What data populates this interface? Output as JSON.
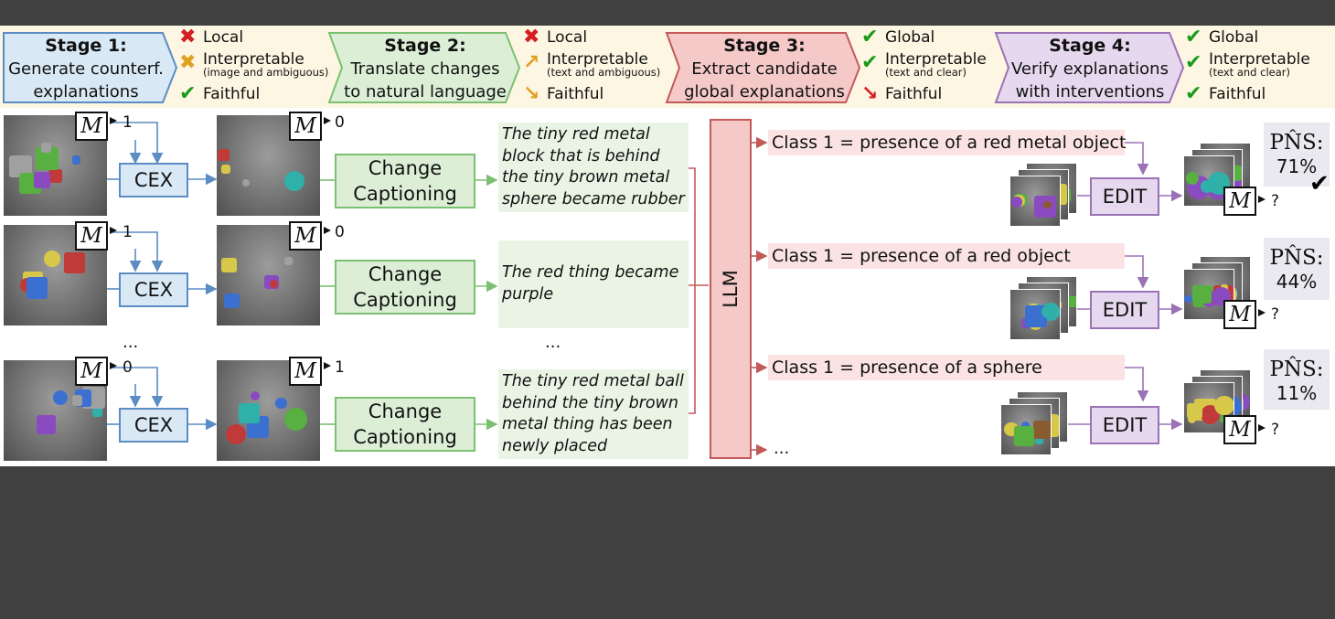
{
  "stages": [
    {
      "title": "Stage 1:",
      "line1": "Generate counterf.",
      "line2": "explanations",
      "color": "#d9e8f5",
      "border": "#5b8cc4",
      "props": [
        {
          "icon": "cross",
          "label": "Local",
          "sub": ""
        },
        {
          "icon": "cross",
          "label": "Interpretable",
          "sub": "(image and ambiguous)"
        },
        {
          "icon": "check",
          "label": "Faithful",
          "sub": ""
        }
      ]
    },
    {
      "title": "Stage 2:",
      "line1": "Translate changes",
      "line2": "to natural language",
      "color": "#dcefd6",
      "border": "#7bc070",
      "props": [
        {
          "icon": "cross",
          "label": "Local",
          "sub": ""
        },
        {
          "icon": "arrow-up",
          "label": "Interpretable",
          "sub": "(text and ambiguous)"
        },
        {
          "icon": "arrow-down",
          "label": "Faithful",
          "sub": ""
        }
      ]
    },
    {
      "title": "Stage 3:",
      "line1": "Extract candidate",
      "line2": "global explanations",
      "color": "#f6c9c9",
      "border": "#c25a5a",
      "props": [
        {
          "icon": "check",
          "label": "Global",
          "sub": ""
        },
        {
          "icon": "check",
          "label": "Interpretable",
          "sub": "(text and clear)"
        },
        {
          "icon": "arrow-down",
          "label": "Faithful",
          "sub": ""
        }
      ]
    },
    {
      "title": "Stage 4:",
      "line1": "Verify explanations",
      "line2": "with interventions",
      "color": "#e6d9ef",
      "border": "#9a72b5",
      "props": [
        {
          "icon": "check",
          "label": "Global",
          "sub": ""
        },
        {
          "icon": "check",
          "label": "Interpretable",
          "sub": "(text and clear)"
        },
        {
          "icon": "check",
          "label": "Faithful",
          "sub": ""
        }
      ]
    }
  ],
  "model_label": "M",
  "rows": [
    {
      "input_class": "1",
      "cf_class": "0",
      "cex_label": "CEX",
      "captioning_line1": "Change",
      "captioning_line2": "Captioning",
      "caption": "The tiny red metal block that is behind the tiny brown metal sphere became rubber"
    },
    {
      "input_class": "1",
      "cf_class": "0",
      "cex_label": "CEX",
      "captioning_line1": "Change",
      "captioning_line2": "Captioning",
      "caption": "The red thing became purple"
    },
    {
      "input_class": "0",
      "cf_class": "1",
      "cex_label": "CEX",
      "captioning_line1": "Change",
      "captioning_line2": "Captioning",
      "caption": "The tiny red metal ball behind the tiny brown metal thing has been newly placed"
    }
  ],
  "ellipsis": "...",
  "llm_label": "LLM",
  "hypotheses": [
    {
      "text": "Class 1 = presence of a red metal object",
      "pns": "71%",
      "verified": true
    },
    {
      "text": "Class 1 = presence of a red object",
      "pns": "44%",
      "verified": false
    },
    {
      "text": "Class 1 = presence of a sphere",
      "pns": "11%",
      "verified": false
    }
  ],
  "edit_label": "EDIT",
  "pns_label": "PN̂S:",
  "unknown_output": "?",
  "colors": {
    "blue": "#5b8cc4",
    "green": "#7bc070",
    "red": "#c25a5a",
    "purple": "#9a72b5",
    "check": "#1a9a1a",
    "cross": "#d21f1f",
    "up": "#e0a020",
    "down_red": "#d21f1f"
  }
}
